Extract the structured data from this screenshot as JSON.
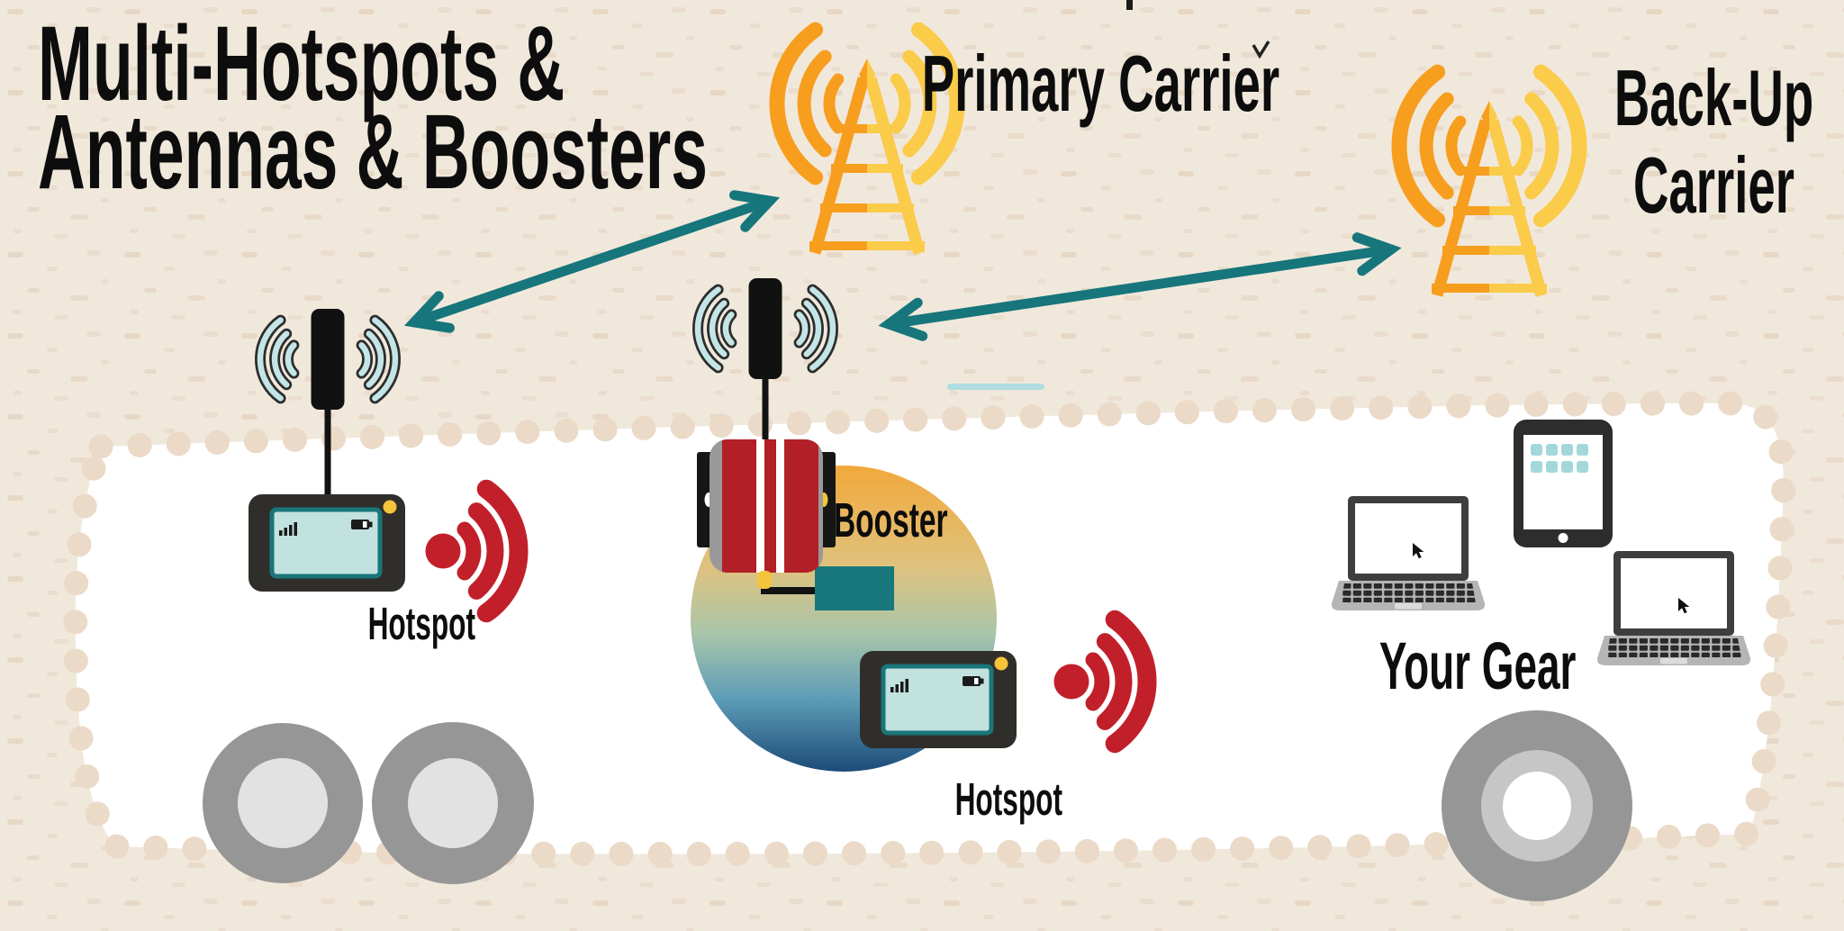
{
  "title": {
    "line1": "Multi-Hotspots &",
    "line2": "Antennas & Boosters"
  },
  "carriers": {
    "primary_label": "Primary Carrier",
    "backup_label_line1": "Back-Up",
    "backup_label_line2": "Carrier"
  },
  "equipment": {
    "booster_label": "Booster",
    "hotspot_left_label": "Hotspot",
    "hotspot_center_label": "Hotspot",
    "your_gear_label": "Your Gear"
  },
  "icons": {
    "primary_tower": "cell-tower-icon",
    "backup_tower": "cell-tower-icon",
    "roof_antenna_left": "antenna-icon",
    "roof_antenna_center": "antenna-icon",
    "wifi_left": "wifi-signal-icon",
    "wifi_center": "wifi-signal-icon",
    "booster": "signal-booster-icon",
    "hotspot_device": "mobile-hotspot-icon",
    "laptop": "laptop-icon",
    "tablet": "tablet-icon",
    "wheel": "wheel-icon"
  },
  "colors": {
    "background_beige": "#F1E8DC",
    "speckle": "#E4D2BD",
    "rv_body_white": "#FFFFFF",
    "rv_edge_dots": "#EBDAC8",
    "tower_orange": "#F79E1E",
    "tower_yellow": "#FBCB4A",
    "arrow_teal": "#16767B",
    "antenna_wave_blue": "#C4E5E6",
    "wifi_red": "#C1202B",
    "booster_red": "#B21F26",
    "indoor_antenna_teal": "#18787B",
    "screen_teal": "#C2E2DF",
    "led_yellow": "#F5C43B",
    "gradient_top": "#F2A83A",
    "gradient_bottom": "#1C4B78",
    "wheel_gray": "#969696",
    "text_black": "#0D0D0D"
  }
}
